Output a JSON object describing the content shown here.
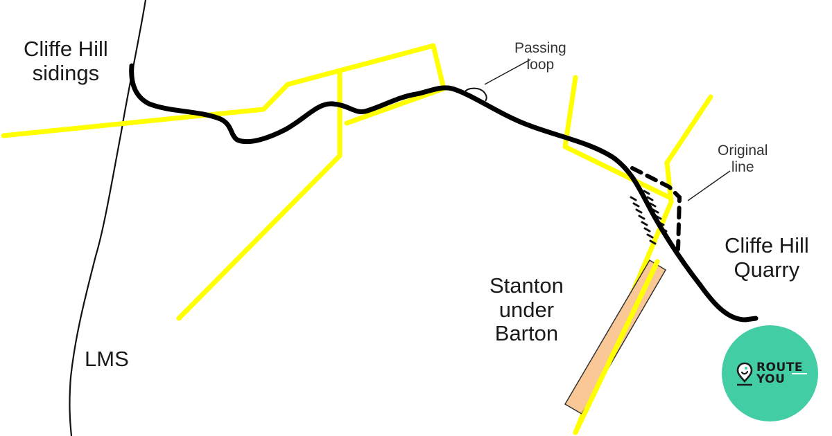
{
  "map": {
    "colors": {
      "road": "#ffff00",
      "railway": "#000000",
      "lms_line": "#111111",
      "village": "#f9c896",
      "village_border": "#333333",
      "background": "#ffffff"
    },
    "labels": {
      "sidings_line1": "Cliffe Hill",
      "sidings_line2": "sidings",
      "passing_loop_line1": "Passing",
      "passing_loop_line2": "loop",
      "original_line_line1": "Original",
      "original_line_line2": "line",
      "quarry_line1": "Cliffe Hill",
      "quarry_line2": "Quarry",
      "village_line1": "Stanton",
      "village_line2": "under",
      "village_line3": "Barton",
      "lms": "LMS"
    }
  },
  "logo": {
    "line1": "ROUTE",
    "line2": "YOU",
    "background": "#43cda5",
    "icon": "map-pin-smile-icon"
  }
}
